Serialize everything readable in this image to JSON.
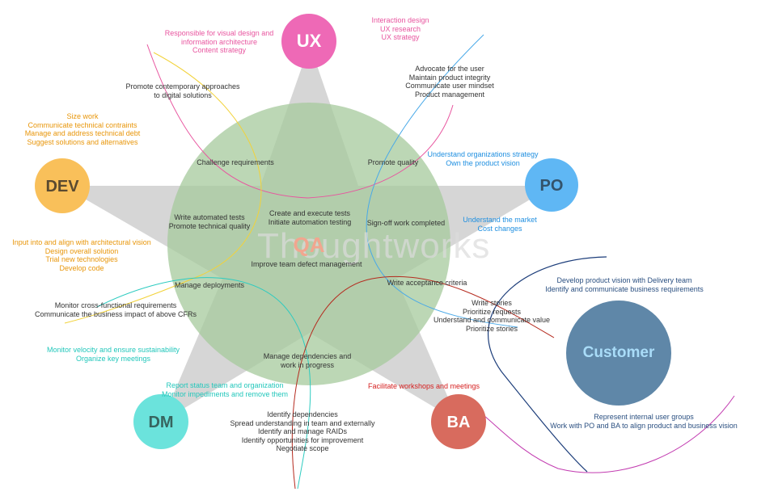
{
  "watermark": "Thoughtworks",
  "colors": {
    "ux": "#ee69b6",
    "dev": "#f9c05a",
    "po": "#5fb7f4",
    "dm": "#6be3dc",
    "ba": "#d86b5e",
    "customer": "#5f87a8",
    "qa_circle": "#a6c99c",
    "star": "#d2d2d2",
    "ux_text": "#e8559f",
    "dev_text": "#e8960a",
    "po_text": "#1f8fe0",
    "dm_text": "#22c7bb",
    "ba_text": "#d52020",
    "customer_text": "#2a4f80",
    "dark_text": "#333333",
    "qa_label": "#f1a68f",
    "customer_label": "#a9dcf8"
  },
  "roles": {
    "ux": "UX",
    "dev": "DEV",
    "po": "PO",
    "dm": "DM",
    "ba": "BA",
    "qa": "QA",
    "customer": "Customer"
  },
  "ux": {
    "left_notes": "Responsible for visual design and\ninformation architecture\nContent strategy",
    "right_notes": "Interaction design\nUX research\nUX strategy"
  },
  "po": {
    "top_notes": "Advocate for the user\nMaintain product integrity\nCommunicate user mindset\nProduct management",
    "strategy_notes": "Understand organizations strategy\nOwn the product vision",
    "market_notes": "Understand the market\nCost changes"
  },
  "dev": {
    "top_notes": "Size work\nCommunicate technical contraints\nManage and address technical debt\nSuggest solutions and alternatives",
    "bottom_notes": "Input into and align with architectural vision\nDesign overall solution\nTrial new technologies\nDevelop code"
  },
  "dm": {
    "velocity_notes": "Monitor velocity and ensure sustainability\nOrganize key meetings",
    "status_notes": "Report status team and organization\nMonitor impediments and remove them"
  },
  "ba": {
    "workshop_notes": "Facilitate workshops and meetings",
    "story_notes": "Write stories\nPrioritize requests\nUnderstand and communicate value\nPrioritize stories"
  },
  "customer": {
    "top_notes": "Develop product vision with Delivery team\nIdentify and communicate business requirements",
    "bottom_notes": "Represent internal user groups\nWork with PO and BA to align product and business vision"
  },
  "shared": {
    "promote_contemporary": "Promote contemporary approaches\nto digital solutions",
    "cfr_notes": "Monitor cross-functional requirements\nCommunicate the business impact of above CFRs",
    "dependency_notes": "Identify dependencies\nSpread understanding in team and externally\nIdentify and manage RAIDs\nIdentify opportunities for improvement\nNegotiate scope"
  },
  "qa": {
    "challenge": "Challenge requirements",
    "promote_quality": "Promote quality",
    "automated_tests": "Write automated tests\nPromote technical quality",
    "execute_tests": "Create and execute tests\nInitiate automation testing",
    "signoff": "Sign-off work completed",
    "defect": "Improve team defect management",
    "deployments": "Manage deployments",
    "acceptance": "Write acceptance criteria",
    "dependencies": "Manage dependencies and\nwork in progress"
  }
}
